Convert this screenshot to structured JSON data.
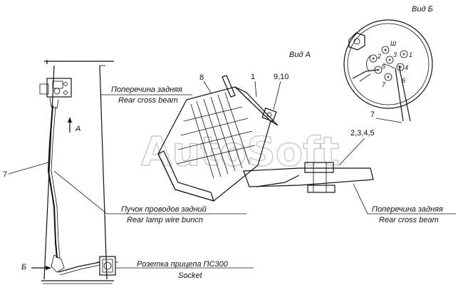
{
  "watermark": "AutoSoft",
  "views": {
    "view_a": "Вид А",
    "view_b": "Вид Б"
  },
  "arrows": {
    "a": "А",
    "b": "Б"
  },
  "callouts": {
    "n8": "8",
    "n1": "1",
    "n9_10": "9,10",
    "n7_left": "7",
    "n7_right": "7",
    "n2_3_4_5": "2,3,4,5"
  },
  "labels": {
    "rear_cross_beam_top_ru": "Поперечина задняя",
    "rear_cross_beam_top_en": "Rear cross beam",
    "wire_bundle_ru": "Пучок проводов задний",
    "wire_bundle_en": "Rear lamp wire buncn",
    "rear_cross_beam_right_ru": "Поперечина задняя",
    "rear_cross_beam_right_en": "Rear cross beam",
    "socket_ru": "Розетка прицепа ПС300",
    "socket_en": "Socket"
  },
  "terminal_marks": [
    "Ш",
    "2",
    "1",
    "3",
    "5",
    "4",
    "7",
    "6"
  ]
}
